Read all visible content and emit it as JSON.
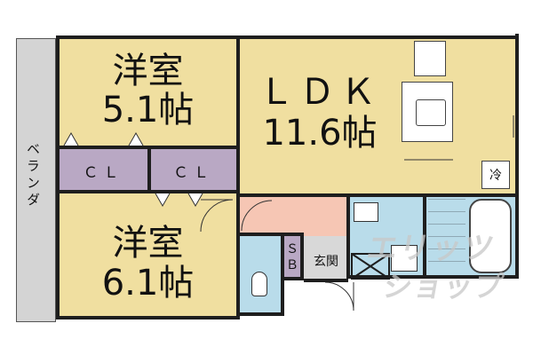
{
  "rooms": {
    "western_room_1": {
      "name": "洋室",
      "size": "5.1帖"
    },
    "western_room_2": {
      "name": "洋室",
      "size": "6.1帖"
    },
    "ldk": {
      "name": "ＬＤＫ",
      "size": "11.6帖"
    }
  },
  "closets": {
    "closet_1": "ＣＬ",
    "closet_2": "ＣＬ"
  },
  "veranda": "ベランダ",
  "entrance": "玄関",
  "storage": "ＳＢ",
  "fridge": "冷",
  "watermark": {
    "line1": "エリッツ",
    "line2": "ショップ"
  },
  "colors": {
    "room": "#f0dfa0",
    "closet": "#b9a8c4",
    "veranda": "#d4d4d4",
    "hall": "#f6c6b4",
    "water": "#b9dcea",
    "genkan": "#d8d8d8"
  }
}
